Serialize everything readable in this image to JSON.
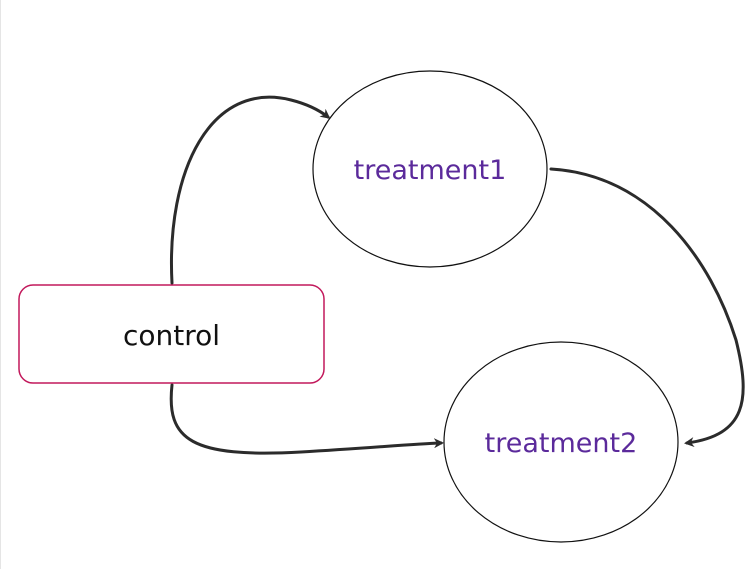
{
  "diagram": {
    "nodes": [
      {
        "id": "control",
        "label": "control"
      },
      {
        "id": "treatment1",
        "label": "treatment1"
      },
      {
        "id": "treatment2",
        "label": "treatment2"
      }
    ],
    "edges": [
      {
        "from": "control",
        "to": "treatment1"
      },
      {
        "from": "control",
        "to": "treatment2"
      },
      {
        "from": "treatment1",
        "to": "treatment2"
      }
    ],
    "colors": {
      "control_border": "#c2185b",
      "treatment_text": "#5b2a9b",
      "edge": "#2b2b2b"
    }
  }
}
